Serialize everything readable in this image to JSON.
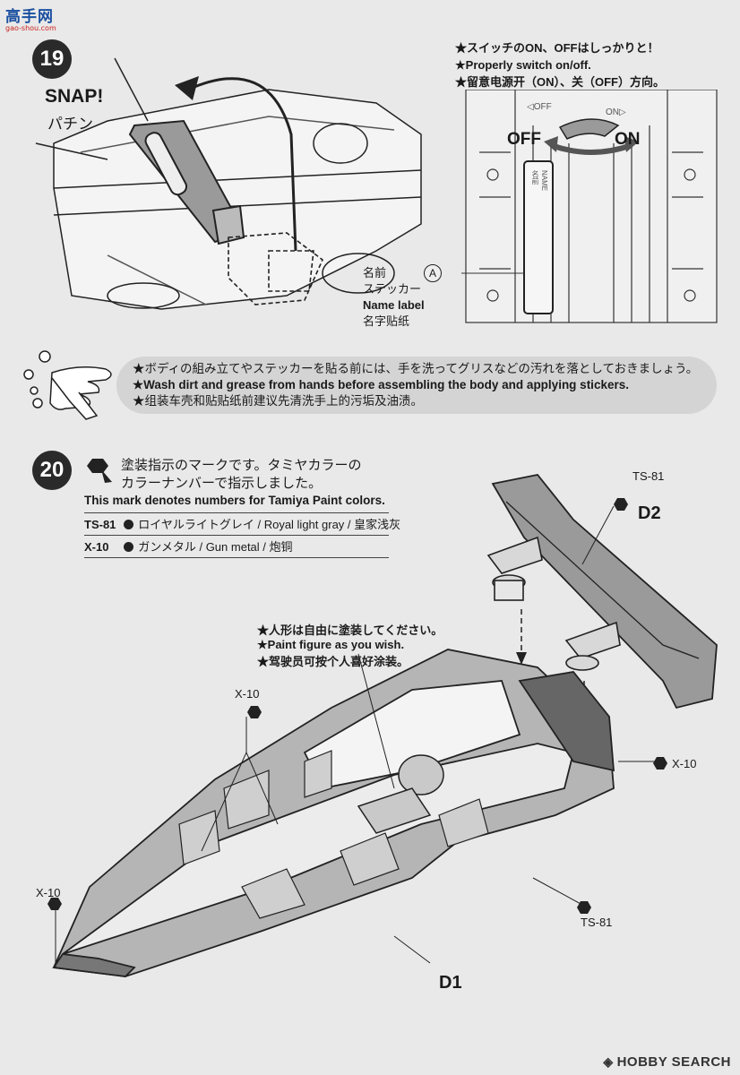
{
  "header": {
    "site_logo": "高手网",
    "site_url": "gao-shou.com"
  },
  "step19": {
    "number": "19",
    "snap": "SNAP!",
    "snap_jp": "パチン",
    "notes": [
      "★スイッチのON、OFFはしっかりと！",
      "★Properly switch on/off.",
      "★留意电源开（ON）、关（OFF）方向。"
    ],
    "off_label": "OFF",
    "on_label": "ON",
    "off_small": "◁OFF",
    "on_small": "ON▷",
    "name_text": "NAME\n名前",
    "label_marker": "A",
    "name_label": [
      "名前",
      "ステッカー",
      "Name label",
      "名字贴纸"
    ]
  },
  "wash": {
    "lines": [
      "★ボディの組み立てやステッカーを貼る前には、手を洗ってグリスなどの汚れを落としておきましょう。",
      "★Wash dirt and grease from hands before assembling the body and applying stickers.",
      "★组装车壳和贴贴纸前建议先清洗手上的污垢及油渍。"
    ]
  },
  "step20": {
    "number": "20",
    "paint_title_1": "塗装指示のマークです。タミヤカラーの",
    "paint_title_2": "カラーナンバーで指示しました。",
    "paint_en": "This mark denotes numbers for Tamiya Paint colors.",
    "paints": [
      {
        "code": "TS-81",
        "name": "ロイヤルライトグレイ / Royal light gray / 皇家浅灰"
      },
      {
        "code": "X-10",
        "name": "ガンメタル / Gun metal / 炮铜"
      }
    ],
    "figure_notes": [
      "★人形は自由に塗装してください。",
      "★Paint figure as you wish.",
      "★驾驶员可按个人喜好涂装。"
    ],
    "part_d1": "D1",
    "part_d2": "D2",
    "hex_labels": {
      "ts81_top": "TS-81",
      "x10_left": "X-10",
      "x10_right": "X-10",
      "x10_bottom": "X-10",
      "ts81_bottom": "TS-81"
    }
  },
  "watermark": "HOBBY SEARCH",
  "colors": {
    "background": "#e9e9e9",
    "ink": "#1a1a1a",
    "part_gray": "#9a9a9a",
    "band": "#d4d4d4"
  }
}
